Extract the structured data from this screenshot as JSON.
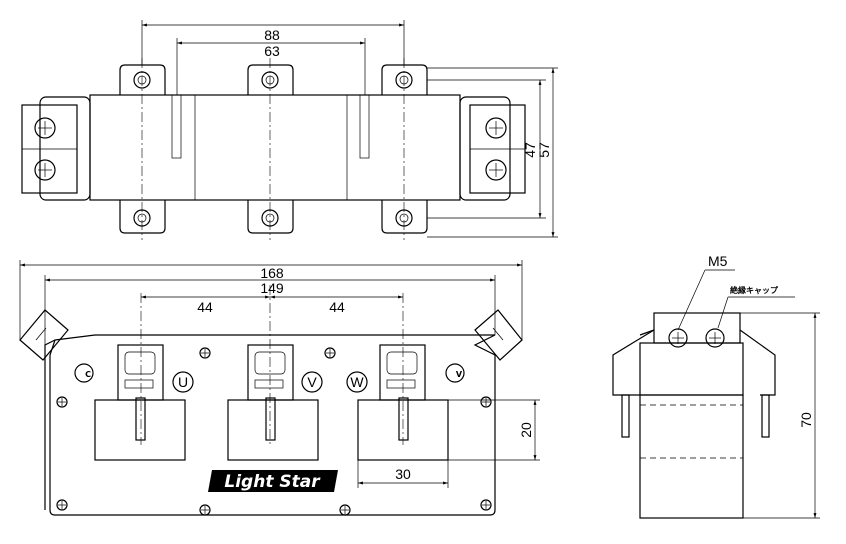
{
  "top_view": {
    "dim_outer_width": "88",
    "dim_inner_width": "63",
    "dim_height_inner": "47",
    "dim_height_outer": "57"
  },
  "front_view": {
    "dim_total": "168",
    "dim_span": "149",
    "dim_pitch_left": "44",
    "dim_pitch_right": "44",
    "dim_window_height": "20",
    "dim_window_width": "30",
    "terminals": [
      "U",
      "V",
      "W"
    ],
    "corner_left": "C",
    "corner_right": "V",
    "logo": "Light Star"
  },
  "side_view": {
    "screw_label": "M5",
    "cap_label": "絶縁キャップ",
    "dim_height": "70"
  }
}
